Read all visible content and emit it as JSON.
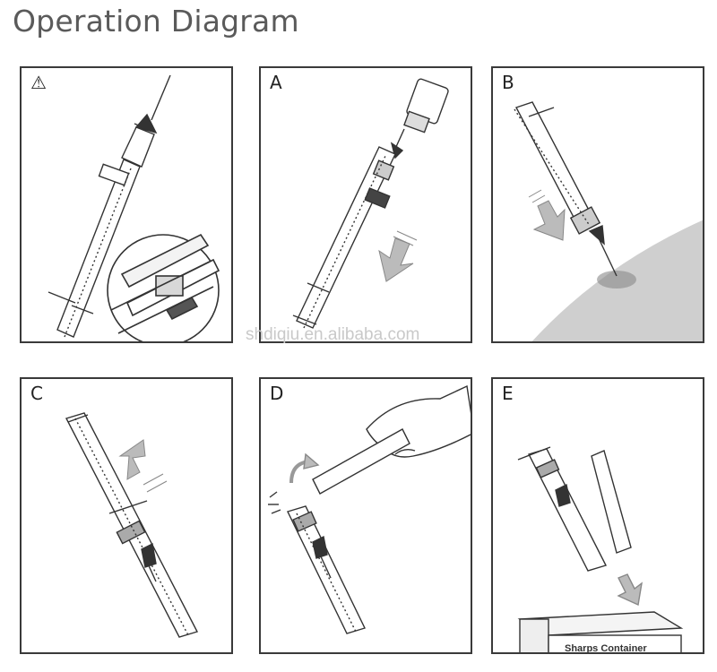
{
  "title": "Operation Diagram",
  "panels": [
    {
      "label": "⚠",
      "icon": "warning-icon"
    },
    {
      "label": "A"
    },
    {
      "label": "B"
    },
    {
      "label": "C"
    },
    {
      "label": "D"
    },
    {
      "label": "E",
      "container_label": "Sharps Container"
    }
  ],
  "watermark": "shdiqiu.en.alibaba.com"
}
